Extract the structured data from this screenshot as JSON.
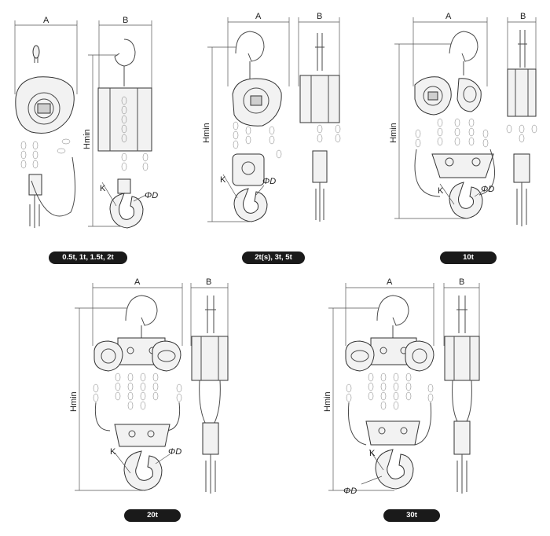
{
  "labels": {
    "width_front": "A",
    "width_side": "B",
    "height_min": "Hmin",
    "hook_throat": "K",
    "hook_diameter": "ΦD"
  },
  "models": [
    {
      "id": "m1",
      "caption": "0.5t, 1t, 1.5t, 2t"
    },
    {
      "id": "m2",
      "caption": "2t(s), 3t, 5t"
    },
    {
      "id": "m3",
      "caption": "10t"
    },
    {
      "id": "m4",
      "caption": "20t"
    },
    {
      "id": "m5",
      "caption": "30t"
    }
  ]
}
